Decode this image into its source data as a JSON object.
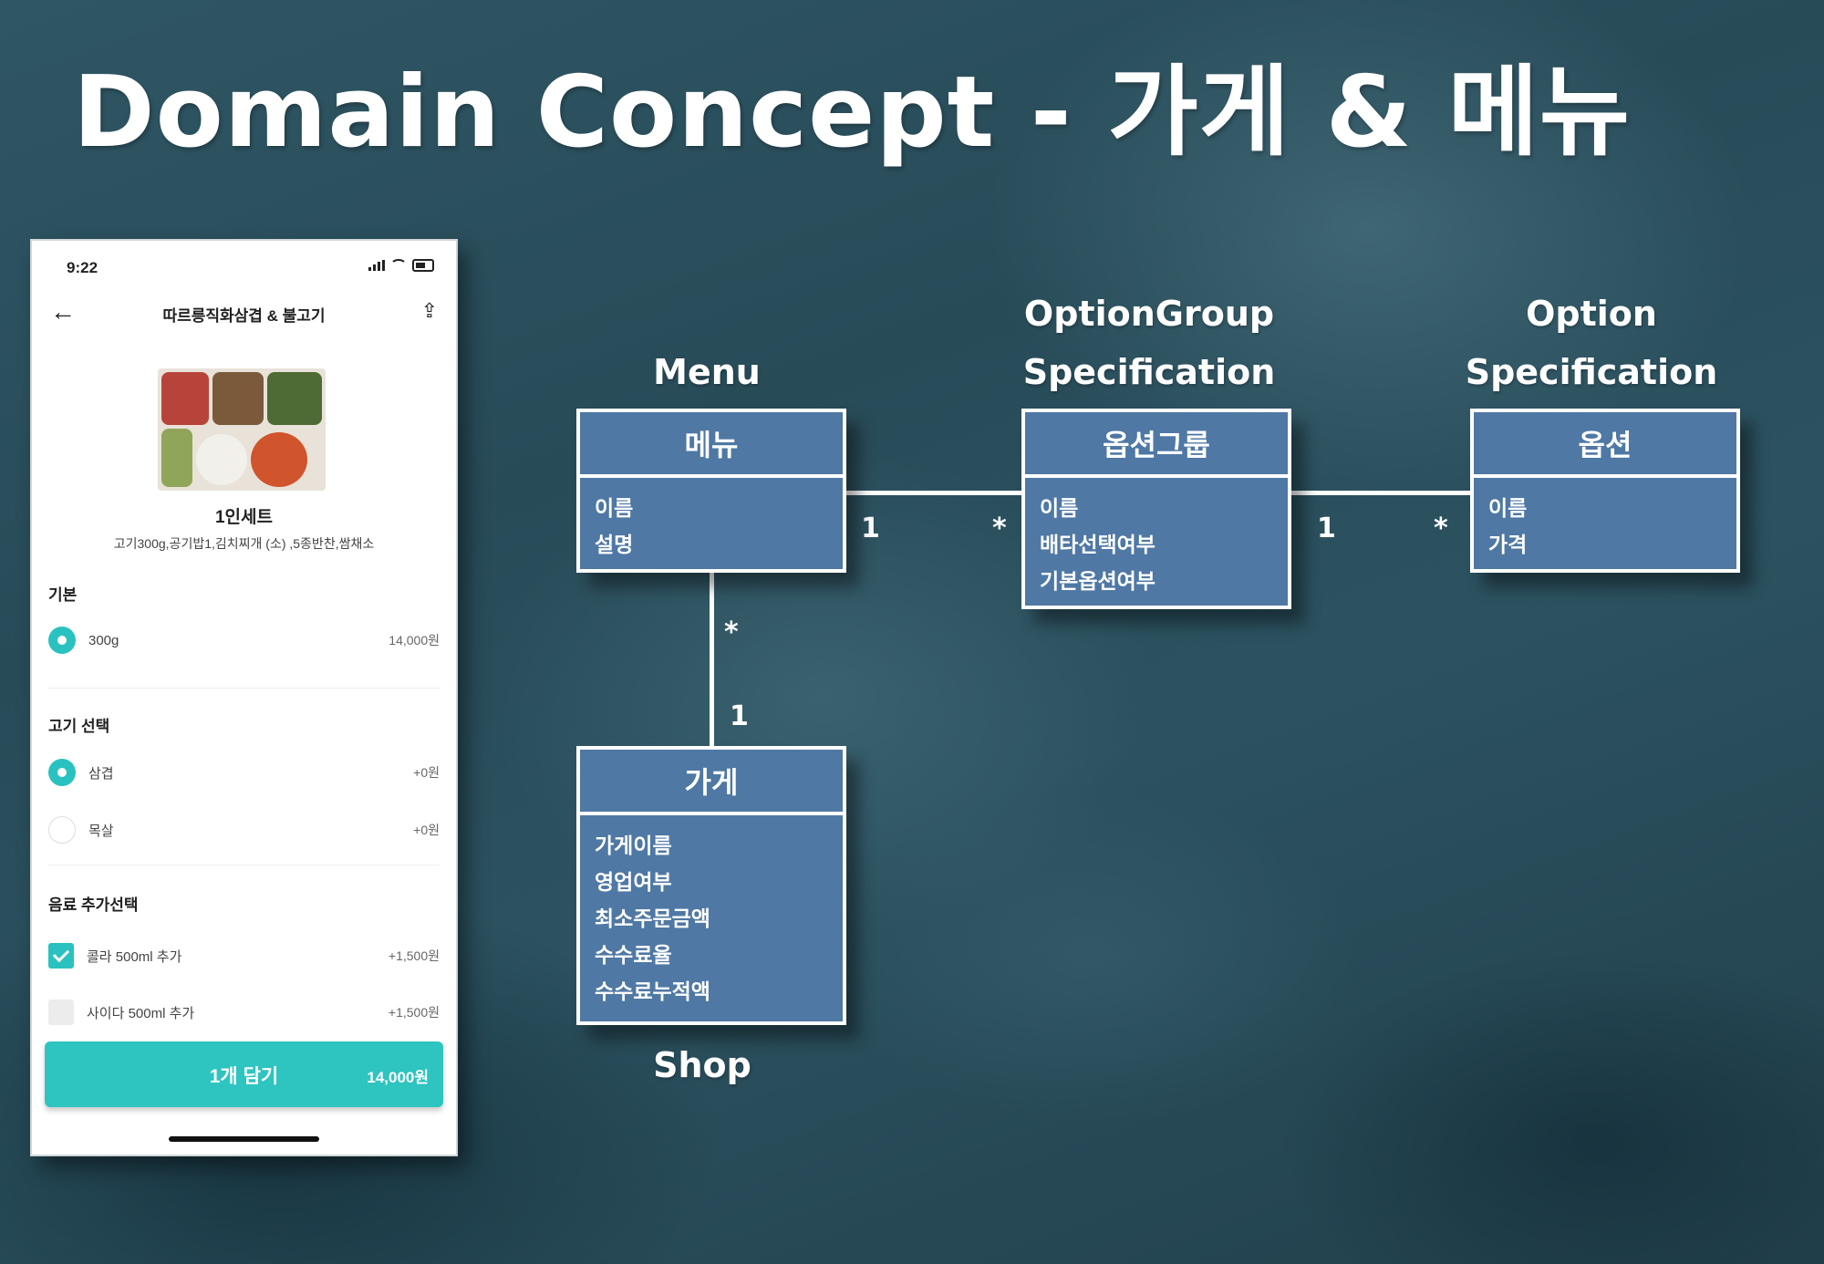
{
  "slide": {
    "title": "Domain Concept - 가게 & 메뉴"
  },
  "phone": {
    "status_time": "9:22",
    "title": "따르릉직화삼겹 & 불고기",
    "set_name": "1인세트",
    "set_desc": "고기300g,공기밥1,김치찌개 (소) ,5종반찬,쌈채소",
    "sections": [
      {
        "title": "기본",
        "options": [
          {
            "label": "300g",
            "price": "14,000원",
            "selected": true
          }
        ]
      },
      {
        "title": "고기 선택",
        "options": [
          {
            "label": "삼겹",
            "price": "+0원",
            "selected": true
          },
          {
            "label": "목살",
            "price": "+0원",
            "selected": false
          }
        ]
      },
      {
        "title": "음료 추가선택",
        "options": [
          {
            "label": "콜라 500ml 추가",
            "price": "+1,500원",
            "selected": true
          },
          {
            "label": "사이다 500ml 추가",
            "price": "+1,500원",
            "selected": false
          }
        ]
      }
    ],
    "cart_label": "1개 담기",
    "cart_price": "14,000원",
    "icons": [
      "back-arrow-icon",
      "share-icon",
      "radio-icon",
      "checkbox-icon"
    ],
    "accent_color": "#2ec4c0"
  },
  "diagram": {
    "labels": {
      "menu": "Menu",
      "optiongroup_1": "OptionGroup",
      "optiongroup_2": "Specification",
      "option_1": "Option",
      "option_2": "Specification",
      "shop": "Shop"
    },
    "classes": {
      "menu": {
        "name": "메뉴",
        "attributes": [
          "이름",
          "설명"
        ]
      },
      "option_group": {
        "name": "옵션그룹",
        "attributes": [
          "이름",
          "배타선택여부",
          "기본옵션여부"
        ]
      },
      "option": {
        "name": "옵션",
        "attributes": [
          "이름",
          "가격"
        ]
      },
      "shop": {
        "name": "가게",
        "attributes": [
          "가게이름",
          "영업여부",
          "최소주문금액",
          "수수료율",
          "수수료누적액"
        ]
      }
    },
    "multiplicities": {
      "menu_optiongroup_menu": "1",
      "menu_optiongroup_group": "*",
      "group_option_group": "1",
      "group_option_option": "*",
      "menu_shop_menu": "*",
      "menu_shop_shop": "1"
    },
    "box_color": "#4f78a4"
  }
}
